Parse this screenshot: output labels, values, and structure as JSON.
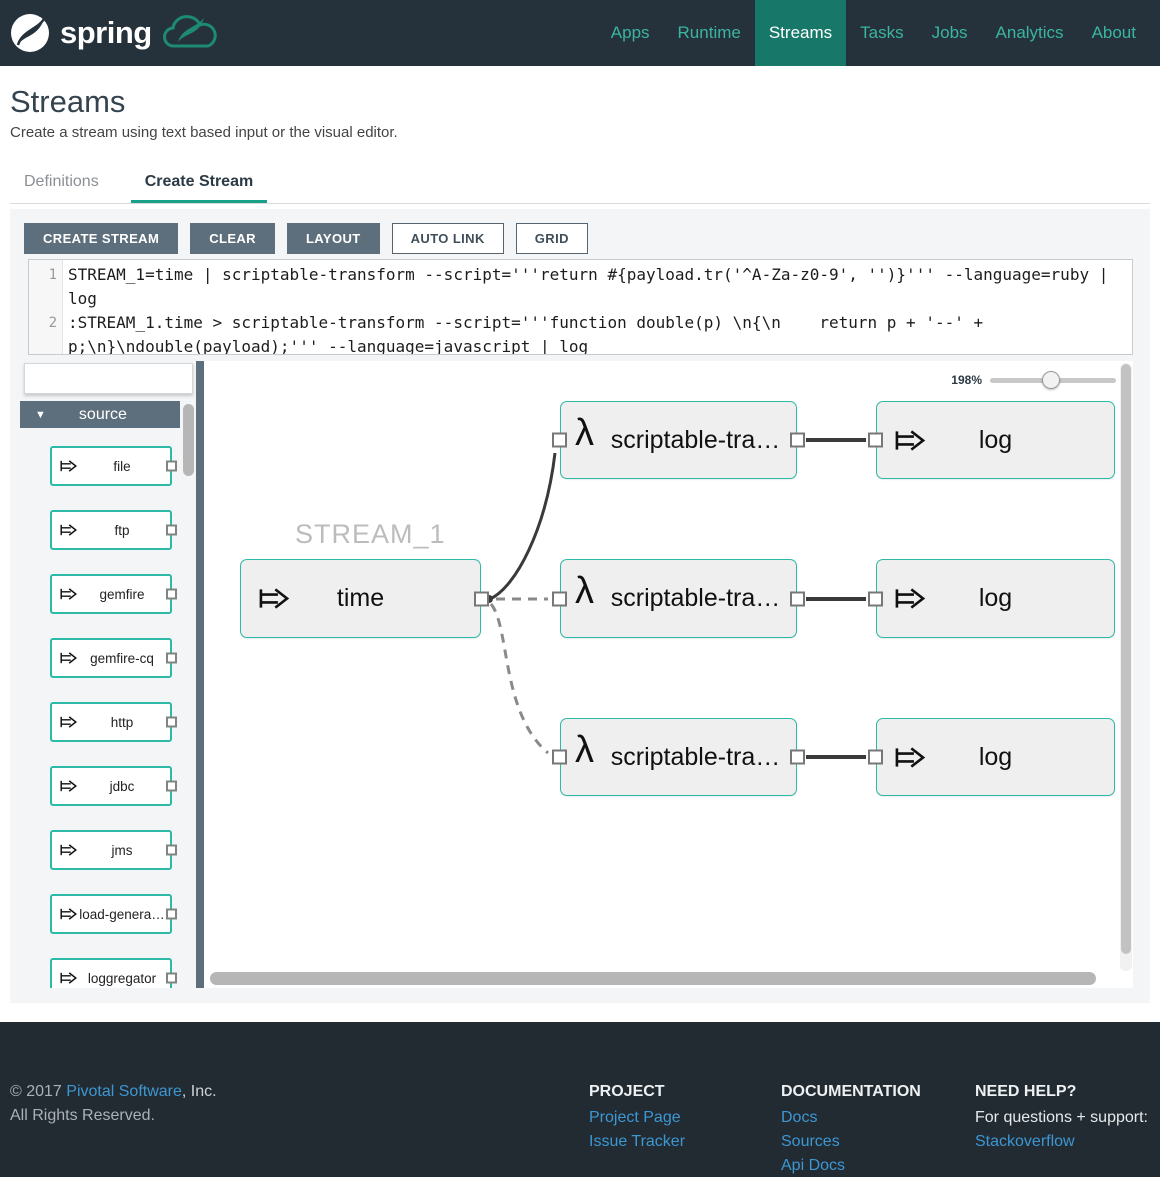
{
  "header": {
    "brand": "spring",
    "nav_items": [
      {
        "label": "Apps",
        "active": false
      },
      {
        "label": "Runtime",
        "active": false
      },
      {
        "label": "Streams",
        "active": true
      },
      {
        "label": "Tasks",
        "active": false
      },
      {
        "label": "Jobs",
        "active": false
      },
      {
        "label": "Analytics",
        "active": false
      },
      {
        "label": "About",
        "active": false
      }
    ]
  },
  "page": {
    "title": "Streams",
    "subtitle": "Create a stream using text based input or the visual editor."
  },
  "tabs": [
    {
      "label": "Definitions",
      "active": false
    },
    {
      "label": "Create Stream",
      "active": true
    }
  ],
  "toolbar": {
    "create_stream": "CREATE STREAM",
    "clear": "CLEAR",
    "layout": "LAYOUT",
    "auto_link": "AUTO LINK",
    "grid": "GRID"
  },
  "editor": {
    "lines": [
      {
        "number": "1",
        "text": "STREAM_1=time | scriptable-transform --script='''return #{payload.tr('^A-Za-z0-9', '')}''' --language=ruby | log"
      },
      {
        "number": "2",
        "text": ":STREAM_1.time > scriptable-transform --script='''function double(p) \\n{\\n    return p + '--' + p;\\n}\\ndouble(payload);''' --language=javascript | log"
      }
    ]
  },
  "palette": {
    "search_value": "",
    "group_label": "source",
    "items": [
      "file",
      "ftp",
      "gemfire",
      "gemfire-cq",
      "http",
      "jdbc",
      "jms",
      "load-genera…",
      "loggregator"
    ]
  },
  "canvas": {
    "zoom_percent": "198%",
    "stream_label": "STREAM_1",
    "nodes": [
      {
        "label": "time"
      },
      {
        "label": "scriptable-tra…"
      },
      {
        "label": "log"
      },
      {
        "label": "scriptable-tra…"
      },
      {
        "label": "log"
      },
      {
        "label": "scriptable-tra…"
      },
      {
        "label": "log"
      }
    ]
  },
  "footer": {
    "copyright_prefix": "© 2017 ",
    "copyright_link": "Pivotal Software",
    "copyright_suffix": ", Inc.",
    "rights": "All Rights Reserved.",
    "columns": [
      {
        "heading": "PROJECT",
        "links": [
          "Project Page",
          "Issue Tracker"
        ]
      },
      {
        "heading": "DOCUMENTATION",
        "links": [
          "Docs",
          "Sources",
          "Api Docs"
        ]
      },
      {
        "heading": "NEED HELP?",
        "text": "For questions + support:",
        "links": [
          "Stackoverflow"
        ]
      }
    ]
  },
  "colors": {
    "header_bg": "#25323b",
    "accent_teal": "#177869",
    "nav_link": "#3bb4a1",
    "node_border": "#2cb9a5",
    "button_slate": "#5d6f7c",
    "footer_link": "#3d97d3"
  }
}
